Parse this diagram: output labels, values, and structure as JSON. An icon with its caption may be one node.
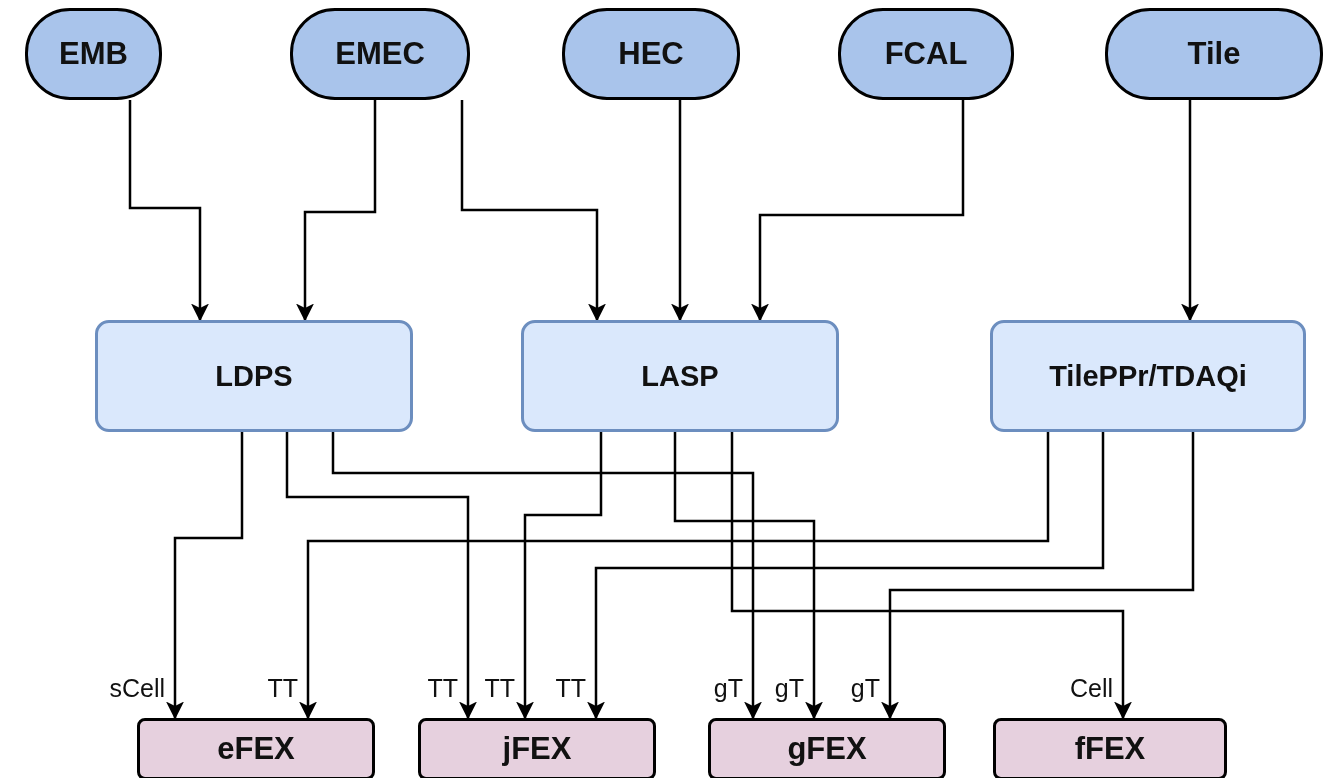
{
  "diagram": {
    "nodes": [
      {
        "text": [
          "EMB"
        ]
      },
      {
        "text": [
          "EMEC"
        ]
      },
      {
        "text": [
          "HEC"
        ]
      },
      {
        "text": [
          "FCAL"
        ]
      },
      {
        "text": [
          "Tile"
        ]
      },
      {
        "text": [
          "LDPS"
        ]
      },
      {
        "text": [
          "LASP"
        ]
      },
      {
        "text": [
          "TilePPr/TDAQi"
        ]
      },
      {
        "text": [
          "eFEX"
        ]
      },
      {
        "text": [
          "jFEX"
        ]
      },
      {
        "text": [
          "gFEX"
        ]
      },
      {
        "text": [
          "fFEX"
        ]
      }
    ],
    "edges": [
      {
        "from": 0,
        "to": 5,
        "arrow": "to"
      },
      {
        "from": 1,
        "to": 5,
        "arrow": "to"
      },
      {
        "from": 1,
        "to": 6,
        "arrow": "to"
      },
      {
        "from": 2,
        "to": 6,
        "arrow": "to"
      },
      {
        "from": 3,
        "to": 6,
        "arrow": "to"
      },
      {
        "from": 4,
        "to": 7,
        "arrow": "to"
      },
      {
        "from": 5,
        "to": 8,
        "arrow": "to",
        "label": "sCell"
      },
      {
        "from": 5,
        "to": 9,
        "arrow": "to",
        "label": "TT"
      },
      {
        "from": 5,
        "to": 10,
        "arrow": "to",
        "label": "gT"
      },
      {
        "from": 6,
        "to": 9,
        "arrow": "to",
        "label": "TT"
      },
      {
        "from": 6,
        "to": 10,
        "arrow": "to",
        "label": "gT"
      },
      {
        "from": 6,
        "to": 11,
        "arrow": "to",
        "label": "Cell"
      },
      {
        "from": 7,
        "to": 8,
        "arrow": "to",
        "label": "TT"
      },
      {
        "from": 7,
        "to": 9,
        "arrow": "to",
        "label": "TT"
      },
      {
        "from": 7,
        "to": 10,
        "arrow": "to",
        "label": "gT"
      }
    ]
  }
}
